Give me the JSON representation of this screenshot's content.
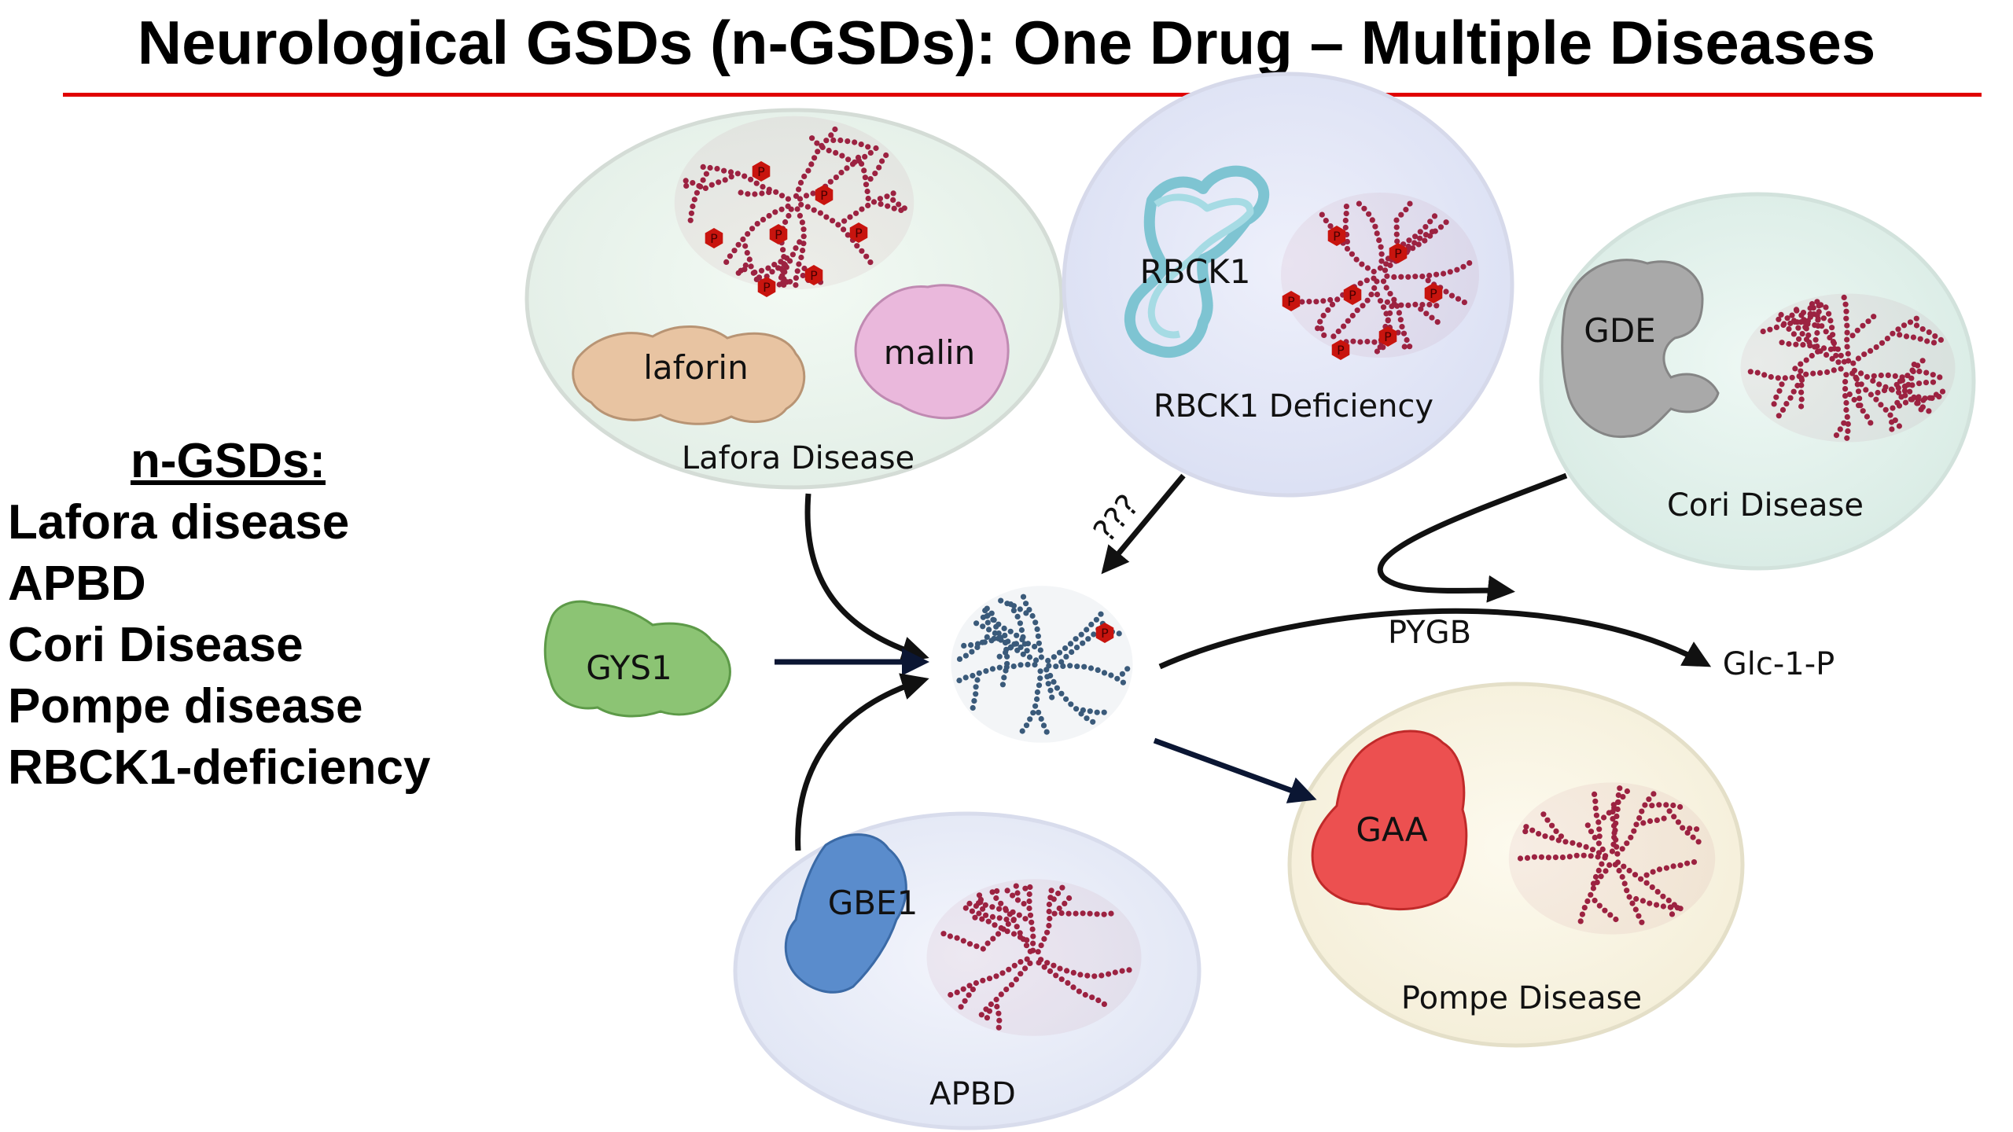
{
  "title": "Neurological GSDs (n-GSDs): One Drug – Multiple Diseases",
  "legend": {
    "heading": "n-GSDs:",
    "items": [
      "Lafora disease",
      "APBD",
      "Cori Disease",
      "Pompe disease",
      "RBCK1-deficiency"
    ]
  },
  "diseases": {
    "lafora": {
      "name": "Lafora Disease",
      "protein1": "laforin",
      "protein2": "malin"
    },
    "rbck1": {
      "name": "RBCK1 Deficiency",
      "protein": "RBCK1"
    },
    "cori": {
      "name": "Cori Disease",
      "protein": "GDE"
    },
    "apbd": {
      "name": "APBD",
      "protein": "GBE1"
    },
    "pompe": {
      "name": "Pompe Disease",
      "protein": "GAA"
    }
  },
  "center": {
    "synthase": "GYS1",
    "phosphorylase": "PYGB",
    "product": "Glc-1-P",
    "unknown": "???"
  },
  "phospho_symbol": "P",
  "colors": {
    "title_rule": "#e00000",
    "glycogen_abnormal": "#9c2241",
    "glycogen_normal": "#3a5a7a",
    "phospho": "#c8140e",
    "laforin": "#e8c4a2",
    "malin": "#eab8dc",
    "rbck1": "#a6dbe4",
    "gde": "#a8a8a8",
    "gys1": "#8cc474",
    "gbe1": "#5a8ccc",
    "gaa": "#ec5050"
  }
}
